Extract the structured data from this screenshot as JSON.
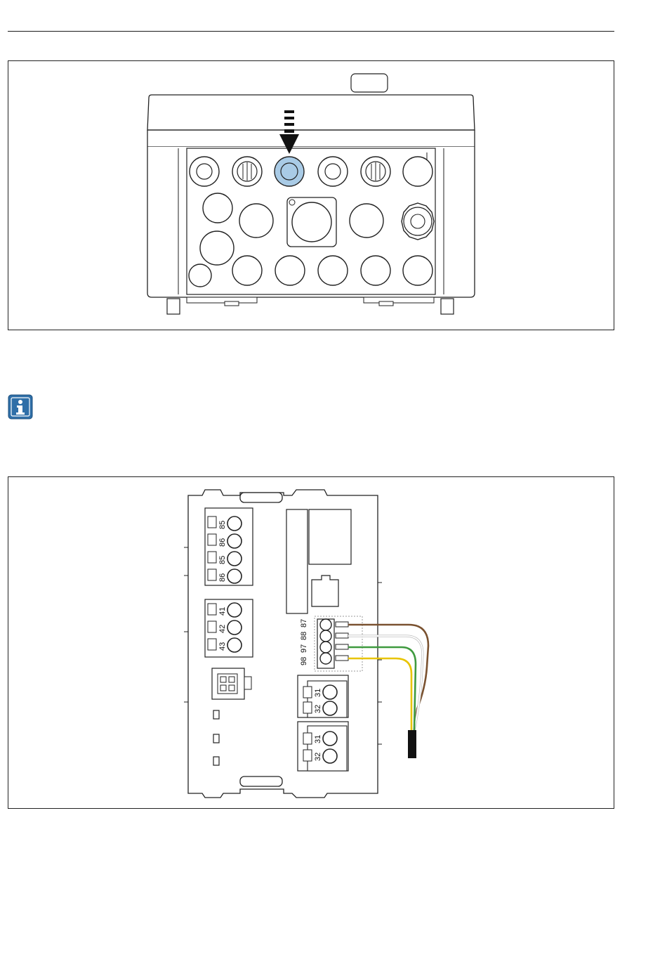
{
  "figure_housing": {
    "arrow_icon": "arrow-down-dashed-icon",
    "highlight_color": "#a9cbe6"
  },
  "info_icon": {
    "icon": "info-icon",
    "color": "#2f6fa8"
  },
  "figure_wiring": {
    "terminal_block_upper_labels": [
      "85",
      "86",
      "85",
      "86"
    ],
    "terminal_block_relay_labels": [
      "41",
      "42",
      "43"
    ],
    "terminal_block_sensor_labels": [
      "87",
      "88",
      "97",
      "98"
    ],
    "terminal_block_a_labels": [
      "31",
      "32"
    ],
    "terminal_block_b_labels": [
      "31",
      "32"
    ],
    "wire_colors": {
      "brown": "#7a5230",
      "white": "#d8d8d8",
      "green": "#3f9a3f",
      "yellow": "#e8c400"
    }
  }
}
